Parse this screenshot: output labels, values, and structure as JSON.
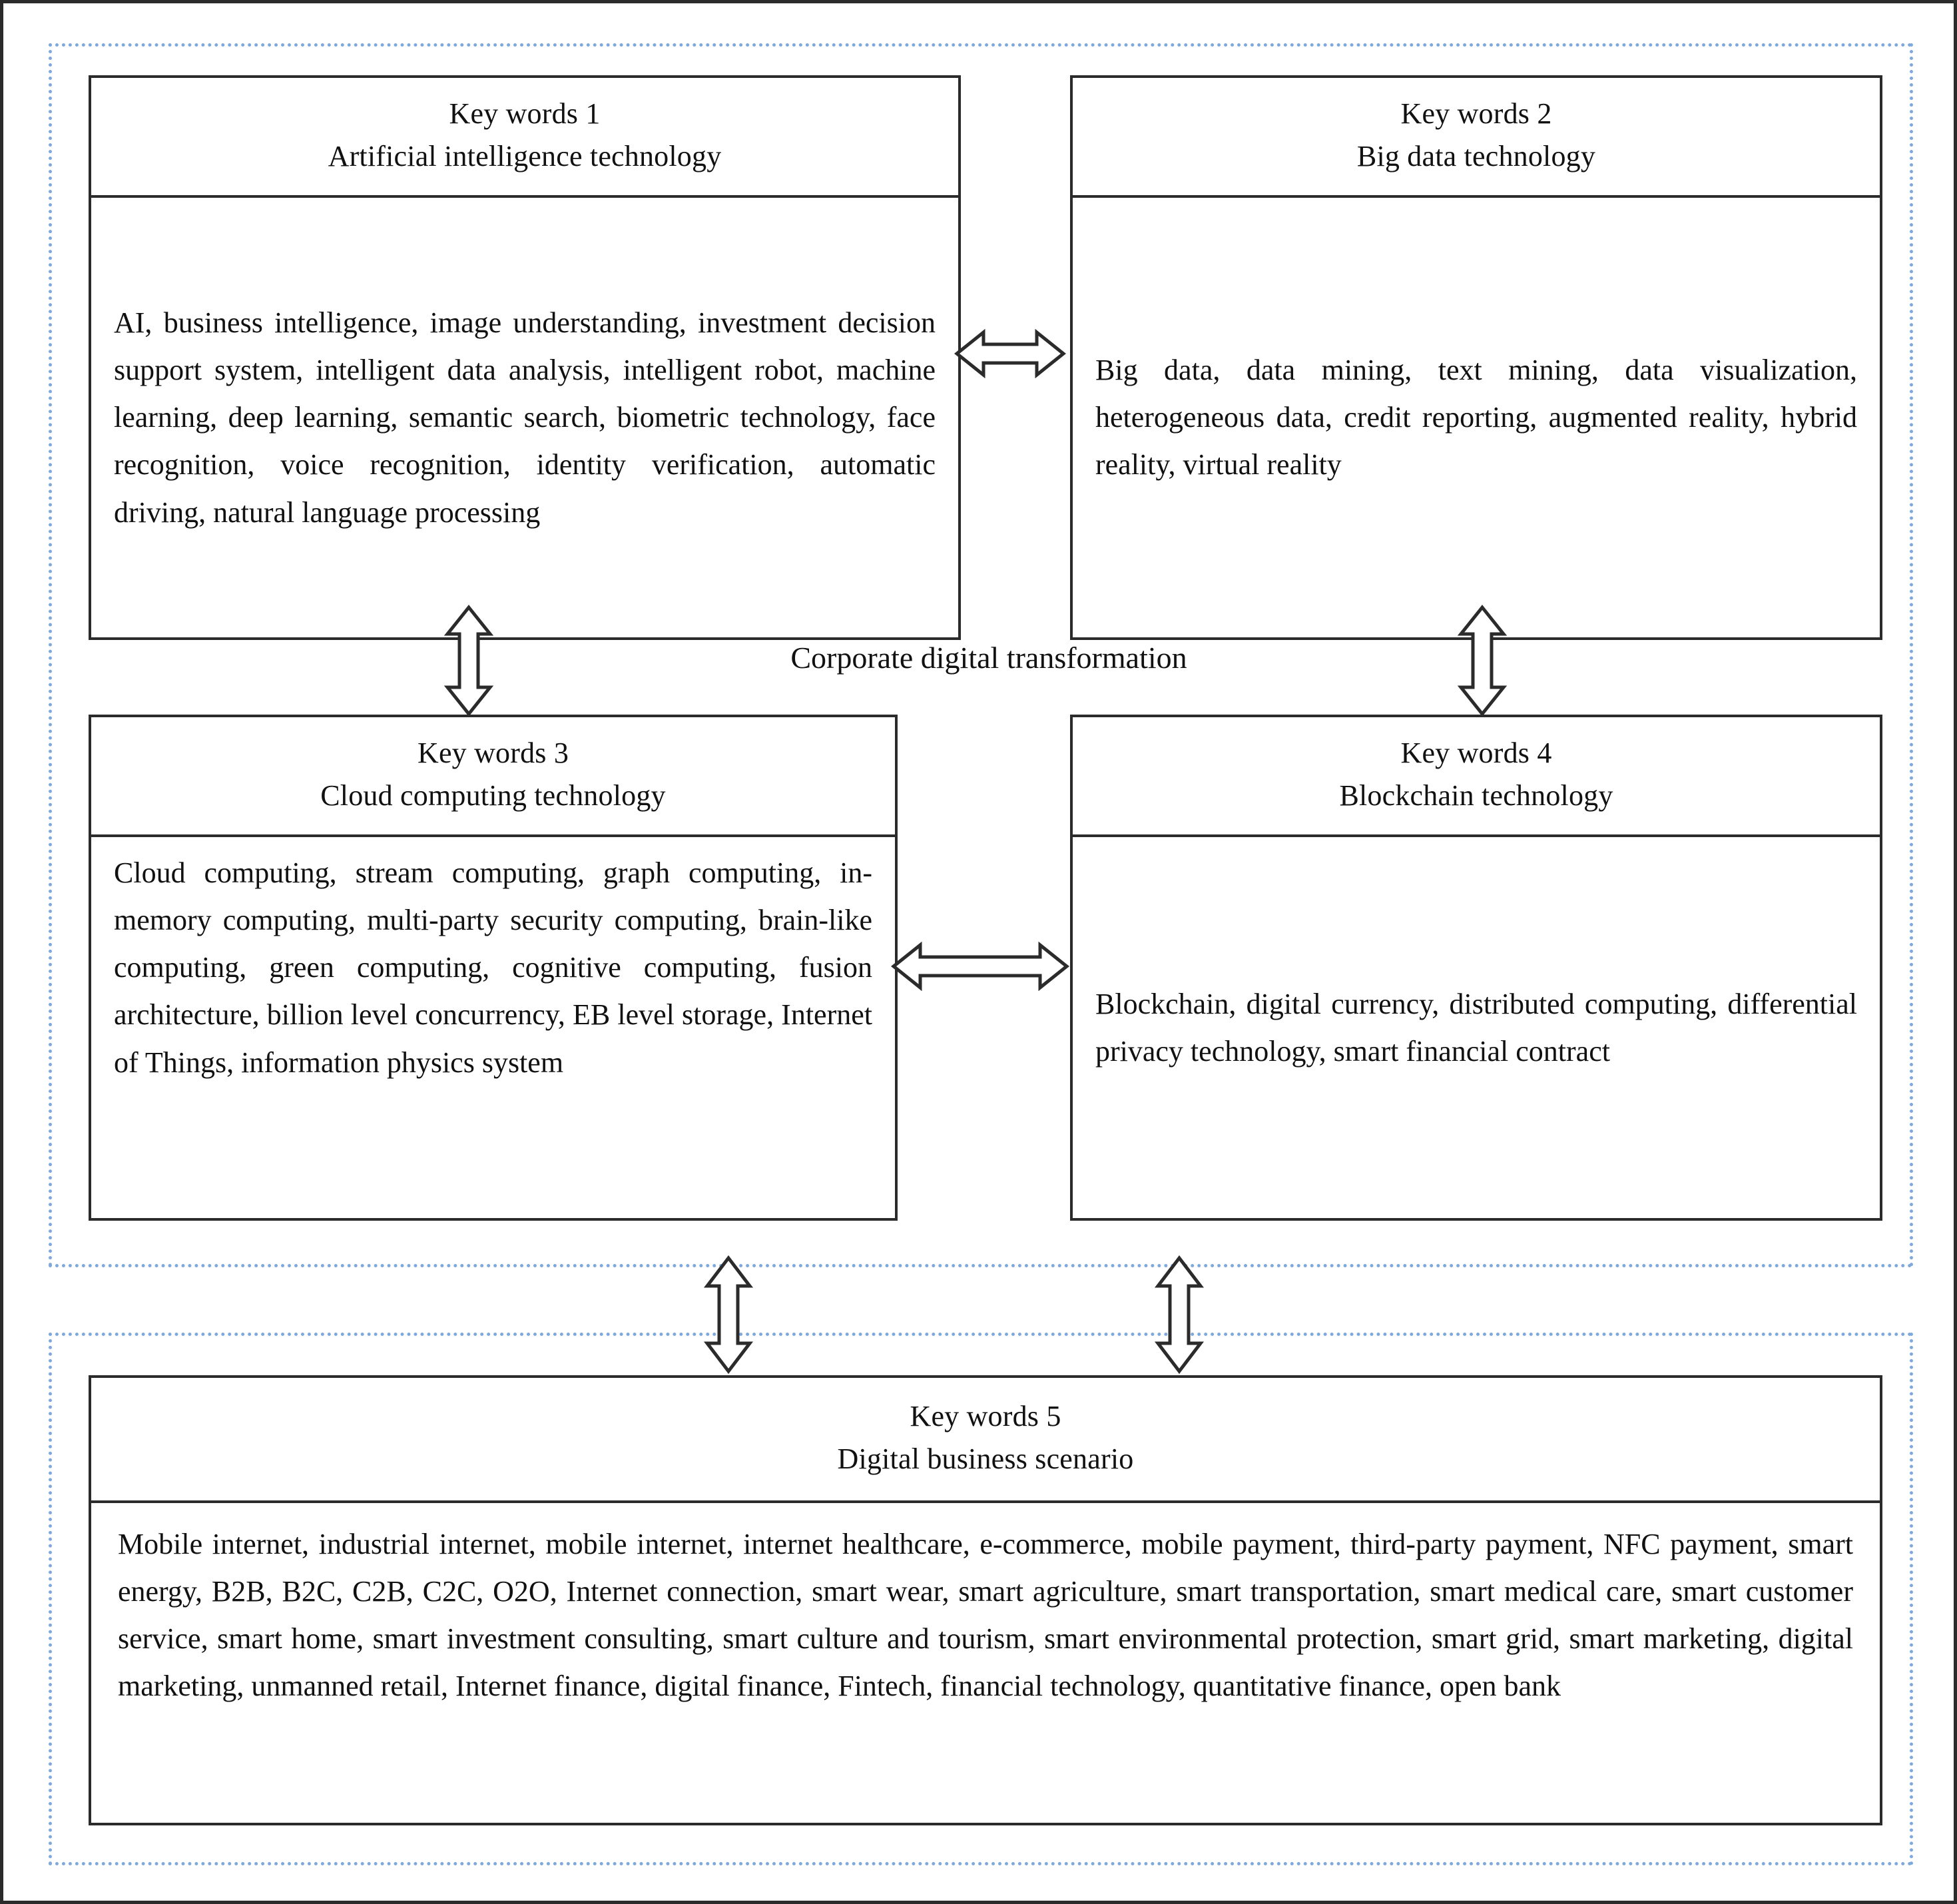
{
  "figure": {
    "center_label": "Corporate digital transformation",
    "border_color": "#2b2b2b",
    "group_border_color": "#7fa9dd"
  },
  "groups": {
    "technology": {
      "name": "technology-keywords-group"
    },
    "scenario": {
      "name": "digital-business-scenario-group"
    }
  },
  "boxes": [
    {
      "id": "kbox-1",
      "title": "Key words 1",
      "subtitle": "Artificial intelligence technology",
      "body": "AI, business intelligence, image understanding, investment decision support system, intelligent data analysis, intelligent robot, machine learning, deep learning, semantic search, biometric technology, face recognition, voice recognition, identity verification, automatic driving, natural language processing"
    },
    {
      "id": "kbox-2",
      "title": "Key words 2",
      "subtitle": "Big data technology",
      "body": "Big data, data mining, text mining, data visualization, heterogeneous data, credit reporting, augmented reality, hybrid reality, virtual reality"
    },
    {
      "id": "kbox-3",
      "title": "Key words 3",
      "subtitle": "Cloud computing technology",
      "body": "Cloud computing, stream computing, graph computing, in-memory computing, multi-party security computing, brain-like computing, green computing, cognitive computing, fusion architecture, billion level concurrency, EB level storage, Internet of Things, information physics system"
    },
    {
      "id": "kbox-4",
      "title": "Key words 4",
      "subtitle": "Blockchain technology",
      "body": "Blockchain, digital currency, distributed computing, differential privacy technology, smart financial contract"
    },
    {
      "id": "kbox-5",
      "title": "Key words 5",
      "subtitle": "Digital business scenario",
      "body": "Mobile internet, industrial internet, mobile internet, internet healthcare, e-commerce, mobile payment, third-party payment, NFC payment, smart energy, B2B, B2C, C2B, C2C, O2O, Internet connection, smart wear, smart agriculture, smart transportation, smart medical care, smart customer service, smart home, smart investment consulting, smart culture and tourism, smart environmental protection, smart grid, smart marketing, digital marketing, unmanned retail, Internet finance, digital finance, Fintech, financial technology, quantitative finance, open bank"
    }
  ],
  "arrows": [
    {
      "id": "arrow-h-top",
      "icon": "double-headed-arrow-horizontal",
      "connects": "Key words 1 <-> Key words 2"
    },
    {
      "id": "arrow-h-mid",
      "icon": "double-headed-arrow-horizontal",
      "connects": "Key words 3 <-> Key words 4"
    },
    {
      "id": "arrow-v-left",
      "icon": "double-headed-arrow-vertical",
      "connects": "Key words 1 <-> Key words 3"
    },
    {
      "id": "arrow-v-right",
      "icon": "double-headed-arrow-vertical",
      "connects": "Key words 2 <-> Key words 4"
    },
    {
      "id": "arrow-v-bl",
      "icon": "double-headed-arrow-vertical",
      "connects": "Key words 3 <-> Key words 5"
    },
    {
      "id": "arrow-v-br",
      "icon": "double-headed-arrow-vertical",
      "connects": "Key words 4 <-> Key words 5"
    }
  ]
}
